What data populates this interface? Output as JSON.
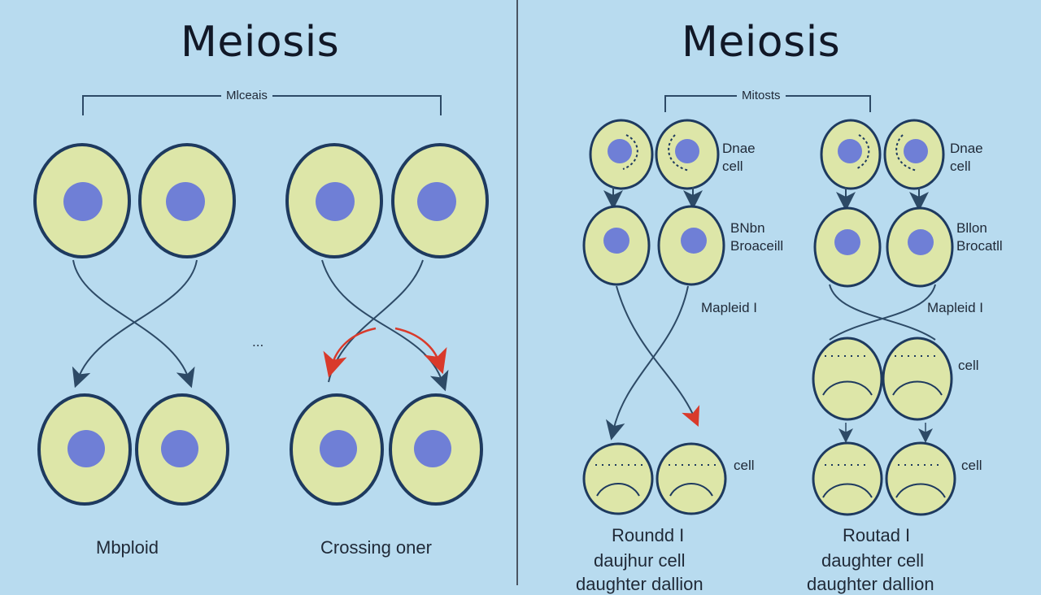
{
  "left": {
    "title": "Meiosis",
    "bracket_label": "Mlceais",
    "mid_mark": "...",
    "bottom_left_label": "Mbploid",
    "bottom_right_label": "Crossing oner"
  },
  "right": {
    "title": "Meiosis",
    "bracket_label": "Mitosts",
    "col1": {
      "top_label_1": "Dnae",
      "top_label_2": "cell",
      "mid_label_1": "BNbn",
      "mid_label_2": "Broaceill",
      "maple_label": "Mapleid I",
      "bottom_cell_label": "cell",
      "footer_1": "Roundd I",
      "footer_2": "daujhur cell",
      "footer_3": "daughter dallion"
    },
    "col2": {
      "top_label_1": "Dnae",
      "top_label_2": "cell",
      "mid_label_1": "Bllon",
      "mid_label_2": "Brocatll",
      "maple_label": "Mapleid I",
      "upper_cell_label": "cell",
      "bottom_cell_label": "cell",
      "footer_1": "Routad I",
      "footer_2": "daughter cell",
      "footer_3": "daughter dallion"
    }
  },
  "colors": {
    "background": "#b8dbef",
    "cell_fill": "#dde6a8",
    "cell_outline": "#1e3a5f",
    "nucleus": "#6f7fd6",
    "arrow": "#2d4a66",
    "accent_arrow": "#d93a2b"
  }
}
